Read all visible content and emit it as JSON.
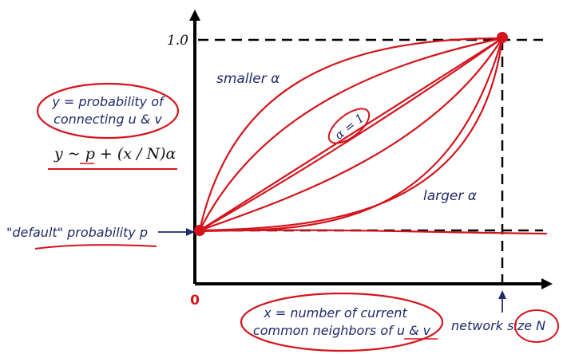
{
  "y_max_label": "1.0",
  "alpha_labels": {
    "smaller": "smaller α",
    "equal": "α = 1",
    "larger": "larger α"
  },
  "y_description": {
    "line1": "y = probability of",
    "line2": "connecting u & v"
  },
  "formula": "y ~ p + (x / N)α",
  "default_label": "\"default\" probability p",
  "x_description": {
    "line1": "x = number of current",
    "line2": "common neighbors of u & v"
  },
  "network_label": "network size N",
  "origin_label": "0",
  "colors": {
    "ink": "#1f2a6b",
    "curve": "#d4141c",
    "axis": "#000000"
  }
}
